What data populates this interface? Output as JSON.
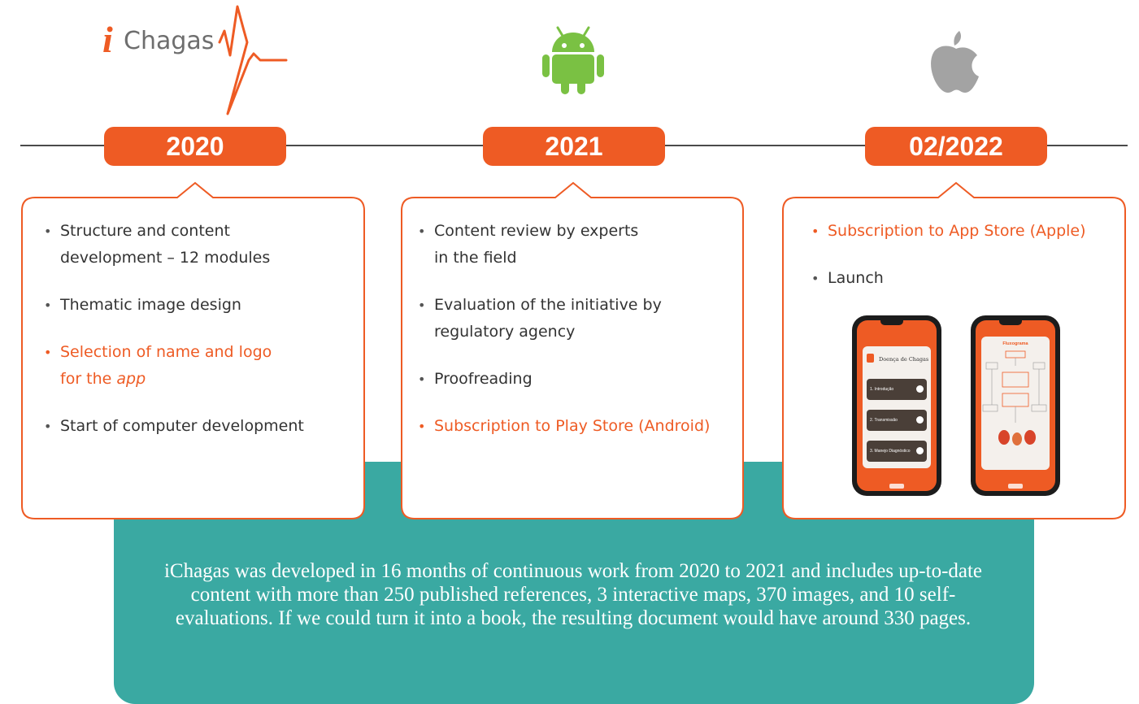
{
  "logo": {
    "i": "i",
    "text": "Chagas"
  },
  "colors": {
    "accent": "#ee5b24",
    "teal": "#3aa9a2",
    "android": "#7ac143",
    "apple": "#a3a3a3"
  },
  "icons": [
    "android-icon",
    "apple-icon"
  ],
  "years": [
    "2020",
    "2021",
    "02/2022"
  ],
  "cards": [
    {
      "items": [
        {
          "lines": [
            "Structure and content",
            "development – 12 modules"
          ]
        },
        {
          "lines": [
            "Thematic image design"
          ]
        },
        {
          "lines": [
            "Selection of name and logo",
            "for the "
          ],
          "em": "app"
        },
        {
          "lines": [
            "Start of computer development"
          ]
        }
      ]
    },
    {
      "items": [
        {
          "lines": [
            "Content review by experts",
            "in the field"
          ]
        },
        {
          "lines": [
            "Evaluation of the initiative by",
            "regulatory agency"
          ]
        },
        {
          "lines": [
            "Proofreading"
          ]
        },
        {
          "lines": [
            "Subscription to Play Store (Android)"
          ]
        }
      ]
    },
    {
      "items": [
        {
          "lines": [
            "Subscription to App Store (Apple)"
          ]
        },
        {
          "lines": [
            "Launch"
          ]
        }
      ]
    }
  ],
  "phone1": {
    "title": "Doença de Chagas",
    "items": [
      "1. Introdução",
      "2. Transmissão",
      "3. Manejo Diagnóstico"
    ]
  },
  "phone2": {
    "title": "Fluxograma"
  },
  "summary": "iChagas was developed in 16 months of continuous work from 2020 to 2021 and includes up-to-date content with more than 250 published references, 3 interactive maps, 370 images, and 10 self-evaluations. If we could turn it into a book, the resulting document would have around 330 pages."
}
